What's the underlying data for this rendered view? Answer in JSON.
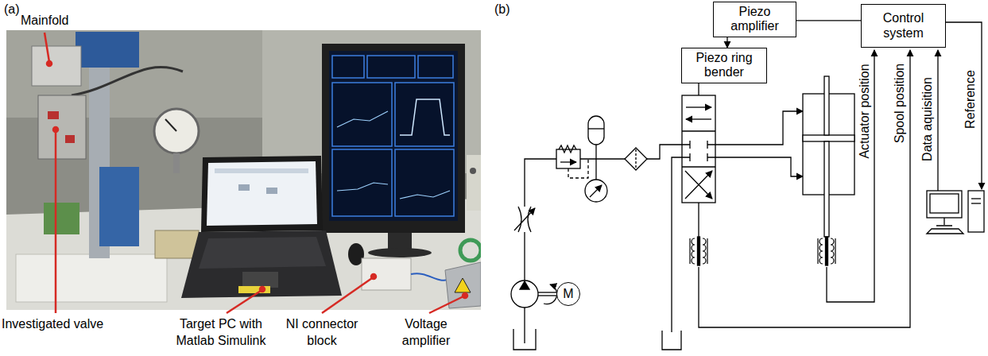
{
  "diagram": {
    "nodes": [
      {
        "text": [
          "Piezo amplifier"
        ]
      },
      {
        "text": [
          "Control system"
        ]
      },
      {
        "text": [
          "Piezo ring bender"
        ]
      },
      {
        "text": [
          "M"
        ]
      }
    ],
    "edges": [
      {
        "from": 0,
        "to": 1,
        "arrow": "none"
      },
      {
        "from": 0,
        "to": 2,
        "arrow": "to"
      }
    ],
    "labels": [
      "(a)",
      "(b)",
      "Mainfold",
      "Investigated valve",
      "Target PC with Matlab Simulink",
      "NI connector block",
      "Voltage amplifier",
      "Actuator position",
      "Spool position",
      "Data aquisition",
      "Reference"
    ]
  }
}
